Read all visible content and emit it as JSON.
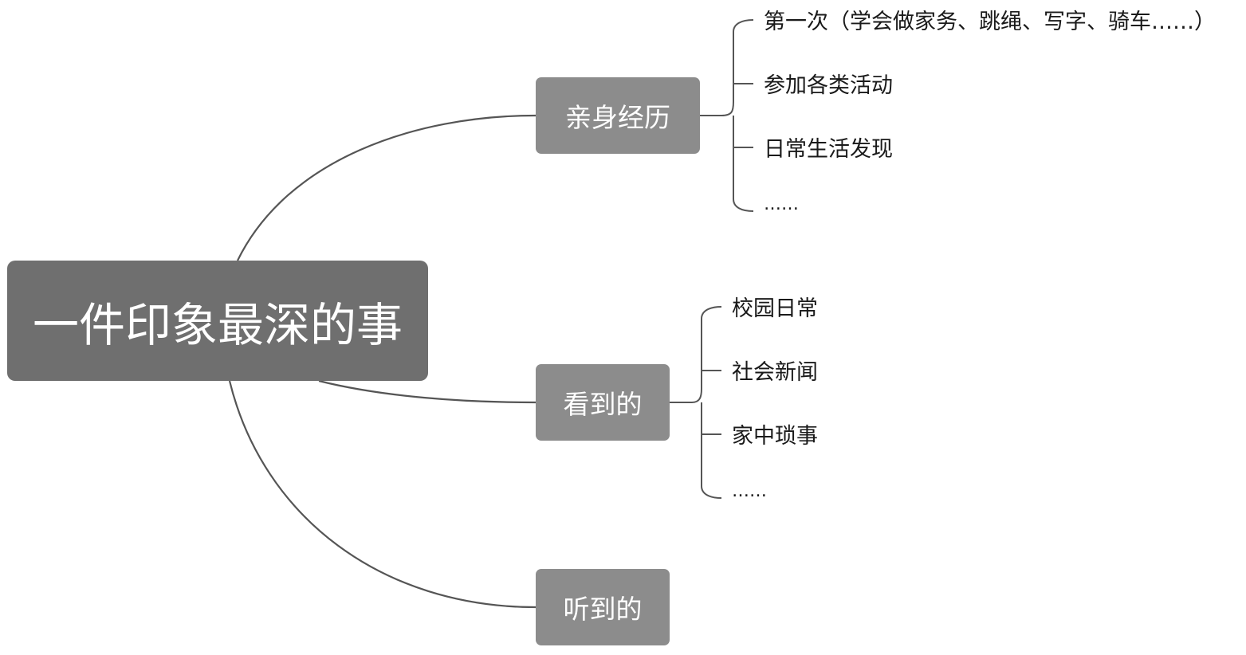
{
  "root": {
    "label": "一件印象最深的事"
  },
  "branches": [
    {
      "label": "亲身经历",
      "children": [
        "第一次（学会做家务、跳绳、写字、骑车……）",
        "参加各类活动",
        "日常生活发现",
        "……"
      ]
    },
    {
      "label": "看到的",
      "children": [
        "校园日常",
        "社会新闻",
        "家中琐事",
        "……"
      ]
    },
    {
      "label": "听到的",
      "children": []
    }
  ],
  "colors": {
    "root_fill": "#6f6f6f",
    "branch_fill": "#8c8c8c",
    "connector": "#555555",
    "node_text": "#ffffff",
    "leaf_text": "#1a1a1a"
  }
}
